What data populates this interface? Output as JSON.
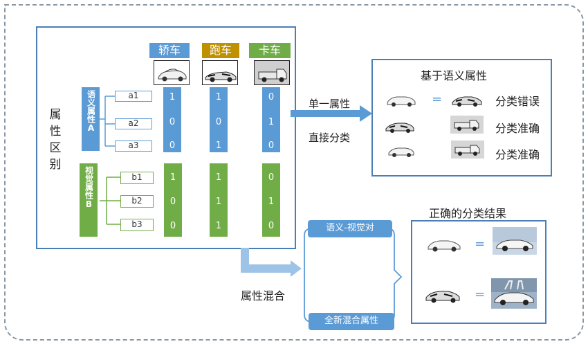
{
  "side_label": "属性区别",
  "classes": [
    {
      "name": "轿车",
      "color": "#5b9bd5"
    },
    {
      "name": "跑车",
      "color": "#bf9000"
    },
    {
      "name": "卡车",
      "color": "#70ad47"
    }
  ],
  "semantic_group": {
    "title": "语义属性A",
    "attrs": [
      "a1",
      "a2",
      "a3"
    ]
  },
  "visual_group": {
    "title": "视觉属性B",
    "attrs": [
      "b1",
      "b2",
      "b3"
    ]
  },
  "semantic_values": [
    [
      "1",
      "0",
      "0"
    ],
    [
      "1",
      "0",
      "1"
    ],
    [
      "0",
      "1",
      "0"
    ]
  ],
  "visual_values": [
    [
      "1",
      "0",
      "0"
    ],
    [
      "1",
      "1",
      "1"
    ],
    [
      "0",
      "1",
      "0"
    ]
  ],
  "arrow_single": {
    "line1": "单一属性",
    "line2": "直接分类"
  },
  "semantic_result": {
    "title": "基于语义属性",
    "equals": "=",
    "rows": [
      "分类错误",
      "分类准确",
      "分类准确"
    ]
  },
  "arrow_mix": {
    "label": "属性混合"
  },
  "mix_options": [
    "语义-视觉对",
    "全新混合属性"
  ],
  "correct_result": {
    "title": "正确的分类结果",
    "equals": [
      "=",
      "="
    ]
  }
}
